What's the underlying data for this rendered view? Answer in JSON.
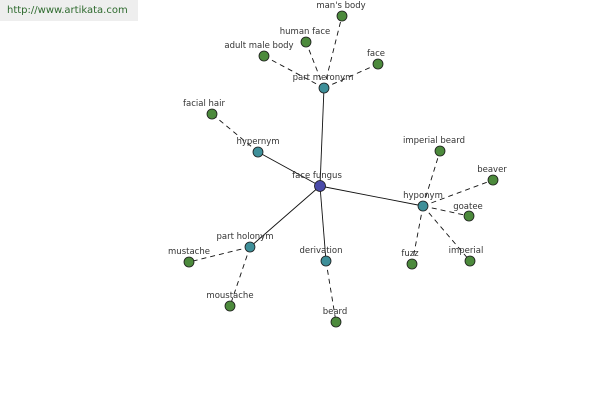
{
  "watermark": "http://www.artikata.com",
  "colors": {
    "center": "#4a4aa8",
    "relation": "#3e8f99",
    "leaf": "#4c8a3c",
    "stroke": "#1a1a1a",
    "edge": "#111111"
  },
  "nodes": {
    "face_fungus": "face fungus",
    "part_meronym": "part meronym",
    "hypernym": "hypernym",
    "hyponym": "hyponym",
    "part_holonym": "part holonym",
    "derivation": "derivation",
    "mans_body": "man's body",
    "human_face": "human face",
    "adult_male_body": "adult male body",
    "face": "face",
    "facial_hair": "facial hair",
    "imperial_beard": "imperial beard",
    "beaver": "beaver",
    "goatee": "goatee",
    "fuzz": "fuzz",
    "imperial": "imperial",
    "mustache": "mustache",
    "moustache": "moustache",
    "beard": "beard"
  }
}
